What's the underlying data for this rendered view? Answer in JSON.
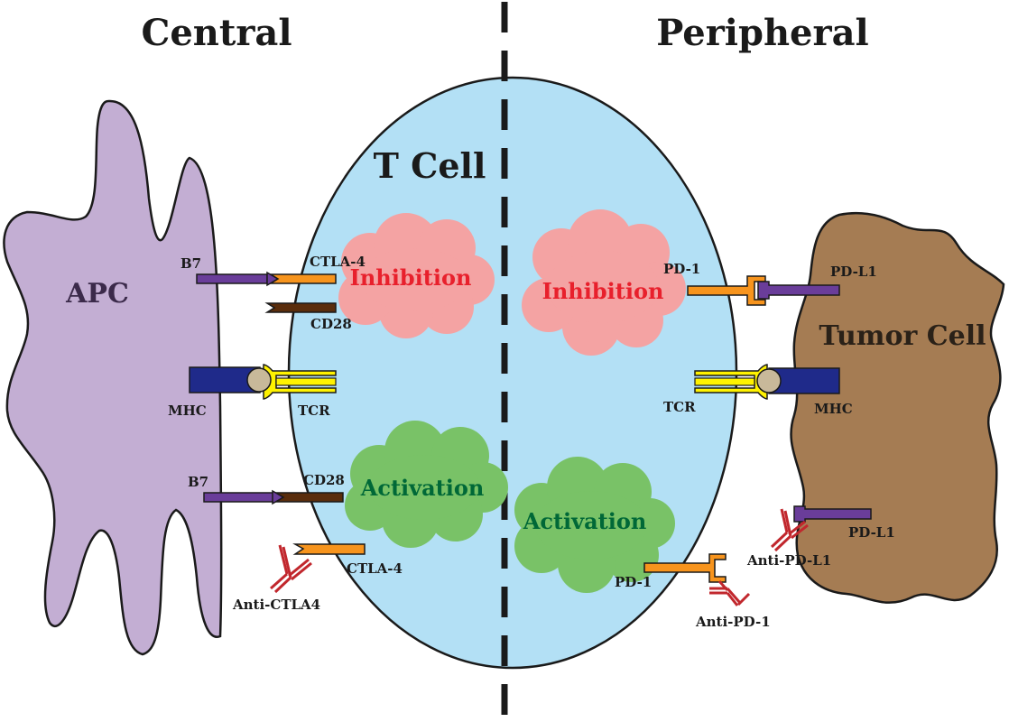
{
  "headers": {
    "left": "Central",
    "right": "Peripheral"
  },
  "cells": {
    "t_cell": "T Cell",
    "apc": "APC",
    "tumor": "Tumor Cell"
  },
  "processes": {
    "central_inhibition": "Inhibition",
    "central_activation": "Activation",
    "peripheral_inhibition": "Inhibition",
    "peripheral_activation": "Activation"
  },
  "molecules": {
    "b7_top": "B7",
    "ctla4_top": "CTLA-4",
    "cd28_top": "CD28",
    "mhc_left": "MHC",
    "tcr_left": "TCR",
    "b7_bottom": "B7",
    "cd28_bottom": "CD28",
    "ctla4_bottom": "CTLA-4",
    "anti_ctla4": "Anti-CTLA4",
    "pd1_top": "PD-1",
    "pdl1_top": "PD-L1",
    "tcr_right": "TCR",
    "mhc_right": "MHC",
    "pdl1_bottom": "PD-L1",
    "anti_pdl1": "Anti-PD-L1",
    "pd1_bottom": "PD-1",
    "anti_pd1": "Anti-PD-1"
  },
  "colors": {
    "apc": "#c3aed3",
    "t_cell": "#b3e0f5",
    "tumor": "#a57c53",
    "inhibition_cloud": "#f4a3a3",
    "activation_cloud": "#79c267",
    "b7": "#6a3d9a",
    "ctla4": "#f7941d",
    "cd28": "#5a2d0c",
    "mhc": "#1f2a8a",
    "tcr": "#fff200",
    "antibody": "#c1272d",
    "pd1": "#f7941d",
    "pdl1": "#6a3d9a"
  },
  "icons": [
    "antibody-icon",
    "antigen-peptide-icon"
  ]
}
